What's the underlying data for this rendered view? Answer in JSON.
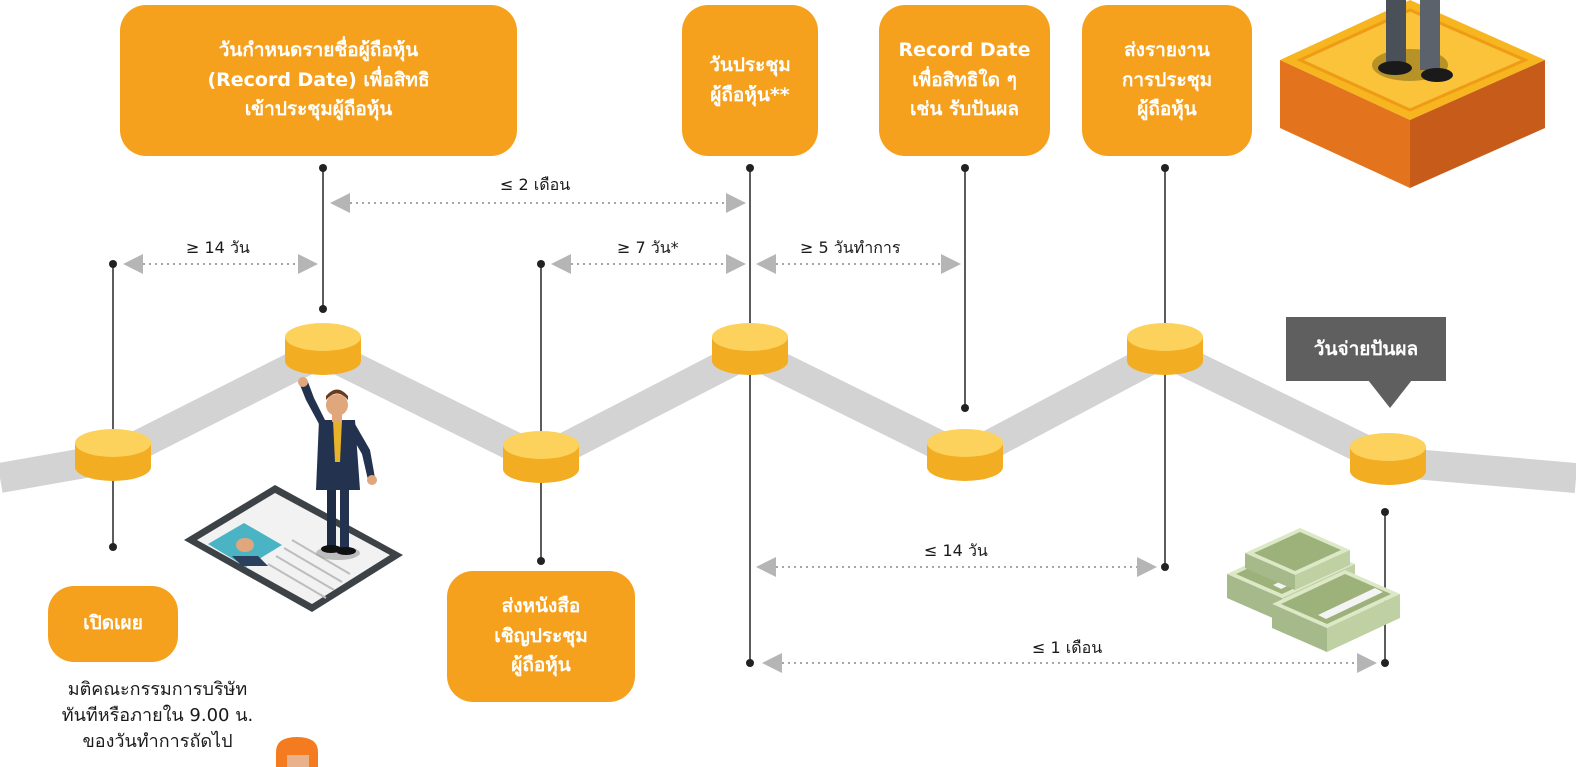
{
  "colors": {
    "accent": "#F6A11E",
    "coin": "#F9C640",
    "track": "#D3D3D3",
    "callout": "#5F5F5F",
    "line": "#333333",
    "arrow": "#B5B5B5"
  },
  "boxes": {
    "record_date_meeting": [
      "วันกำหนดรายชื่อผู้ถือหุ้น",
      "(Record Date) เพื่อสิทธิ",
      "เข้าประชุมผู้ถือหุ้น"
    ],
    "meeting": [
      "วันประชุม",
      "ผู้ถือหุ้น**"
    ],
    "record_date_rights": [
      "Record Date",
      "เพื่อสิทธิใด ๆ",
      "เช่น รับปันผล"
    ],
    "send_report": [
      "ส่งรายงาน",
      "การประชุม",
      "ผู้ถือหุ้น"
    ],
    "disclose": "เปิดเผย",
    "send_invitation": [
      "ส่งหนังสือ",
      "เชิญประชุม",
      "ผู้ถือหุ้น"
    ]
  },
  "callout": {
    "dividend_payment_date": "วันจ่ายปันผล"
  },
  "intervals": {
    "two_months": "≤ 2 เดือน",
    "fourteen_days_before": "≥ 14 วัน",
    "seven_days": "≥ 7 วัน*",
    "five_business_days": "≥ 5 วันทำการ",
    "fourteen_days_after": "≤ 14 วัน",
    "one_month": "≤ 1 เดือน"
  },
  "disclose_note": [
    "มติคณะกรรมการบริษัท",
    "ทันทีหรือภายใน 9.00 น.",
    "ของวันทำการถัดไป"
  ],
  "illustrations": [
    "businessman-on-tablet",
    "businessman-on-podium",
    "money-stacks"
  ]
}
